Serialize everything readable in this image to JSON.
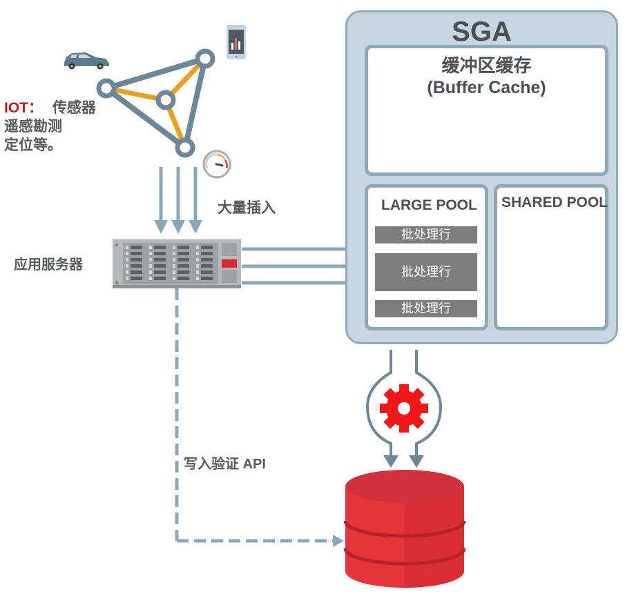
{
  "iot_label": {
    "prefix": "IOT：",
    "line1": "传感器",
    "line2": "遥感勘测",
    "line3": "定位等。"
  },
  "bulk_insert_label": "大量插入",
  "app_server_label": "应用服务器",
  "write_api_label": "写入验证 API",
  "sga": {
    "title": "SGA",
    "buffer_cache": {
      "title_cn": "缓冲区缓存",
      "title_en": "(Buffer Cache)"
    },
    "large_pool": {
      "title": "LARGE POOL",
      "batches": [
        "批处理行",
        "批处理行",
        "批处理行"
      ]
    },
    "shared_pool": {
      "title": "SHARED POOL"
    }
  },
  "icons": [
    "car-icon",
    "phone-chart-icon",
    "gauge-icon",
    "network-triangle-icon",
    "server-rack-icon",
    "gear-icon",
    "database-icon"
  ],
  "colors": {
    "accent_red": "#e8262b",
    "arrow": "#8aa7b9",
    "network_edge": "#6d8798",
    "network_spoke": "#ee9d1c",
    "text": "#555a5f",
    "iot_red": "#c8161d"
  }
}
